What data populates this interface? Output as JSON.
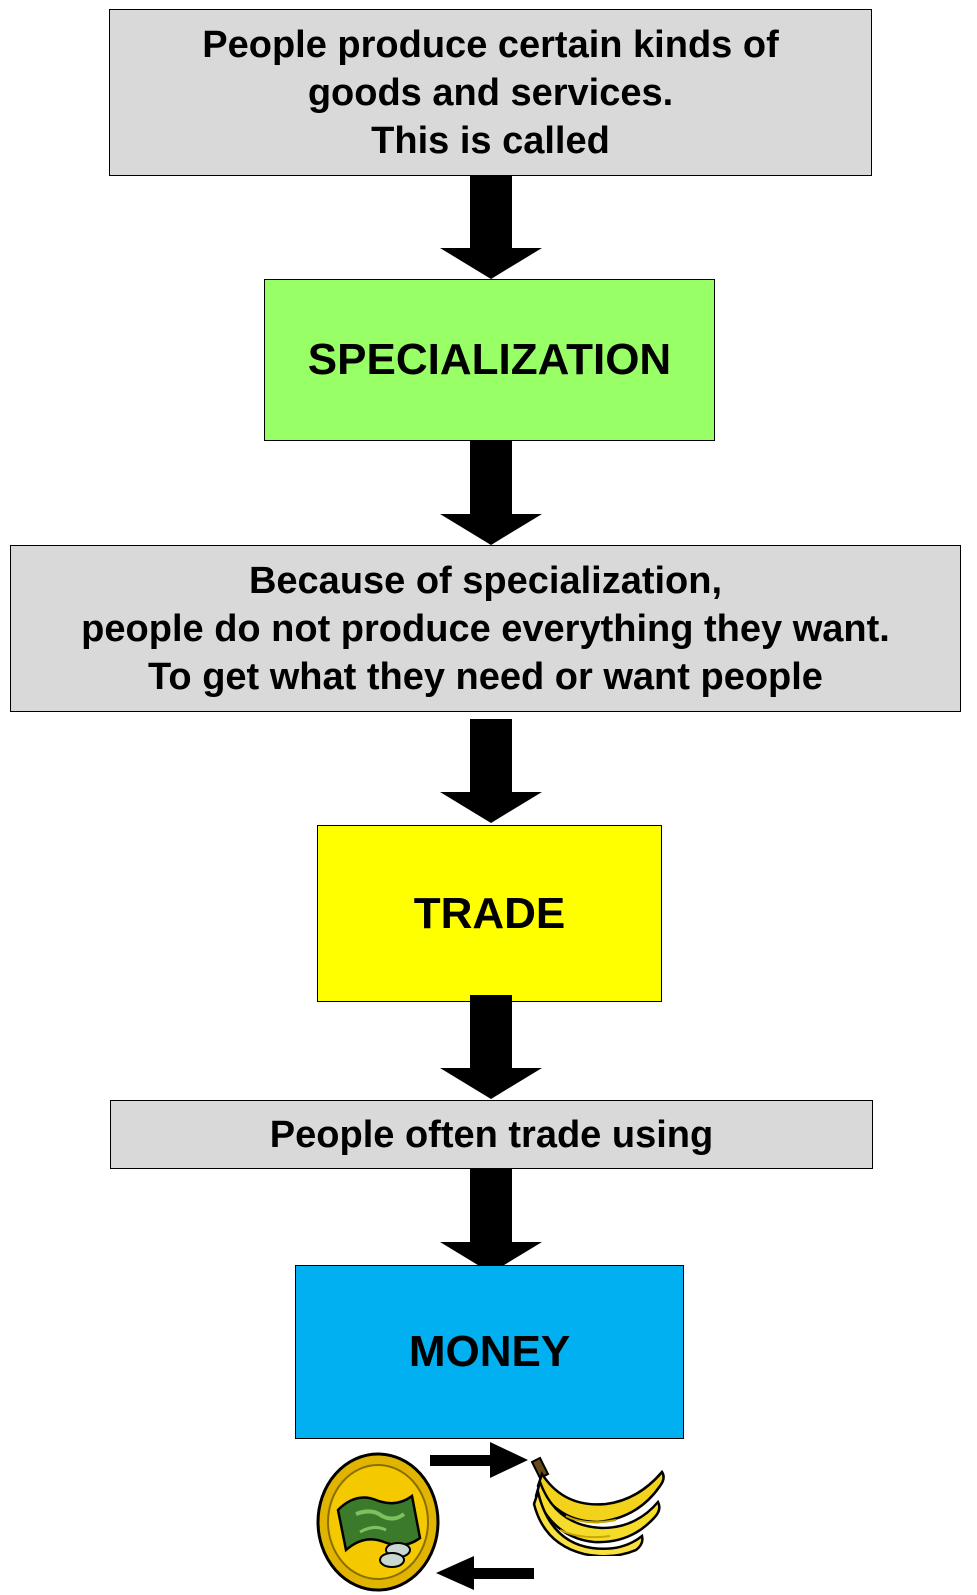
{
  "boxes": {
    "box1": {
      "lines": [
        "People produce certain kinds of",
        "goods and services.",
        "This is called"
      ],
      "fill": "#d9d9d9"
    },
    "box2": {
      "label": "SPECIALIZATION",
      "fill": "#99ff66"
    },
    "box3": {
      "lines": [
        "Because of specialization,",
        "people do not produce everything they want.",
        "To get what they need or want people"
      ],
      "fill": "#d9d9d9"
    },
    "box4": {
      "label": "TRADE",
      "fill": "#ffff00"
    },
    "box5": {
      "label": "People often trade using",
      "fill": "#d9d9d9"
    },
    "box6": {
      "label": "MONEY",
      "fill": "#00b0f0"
    }
  },
  "icons": {
    "money": "money-coin-icon",
    "bananas": "bananas-icon",
    "exchange": "exchange-arrows-icon"
  }
}
